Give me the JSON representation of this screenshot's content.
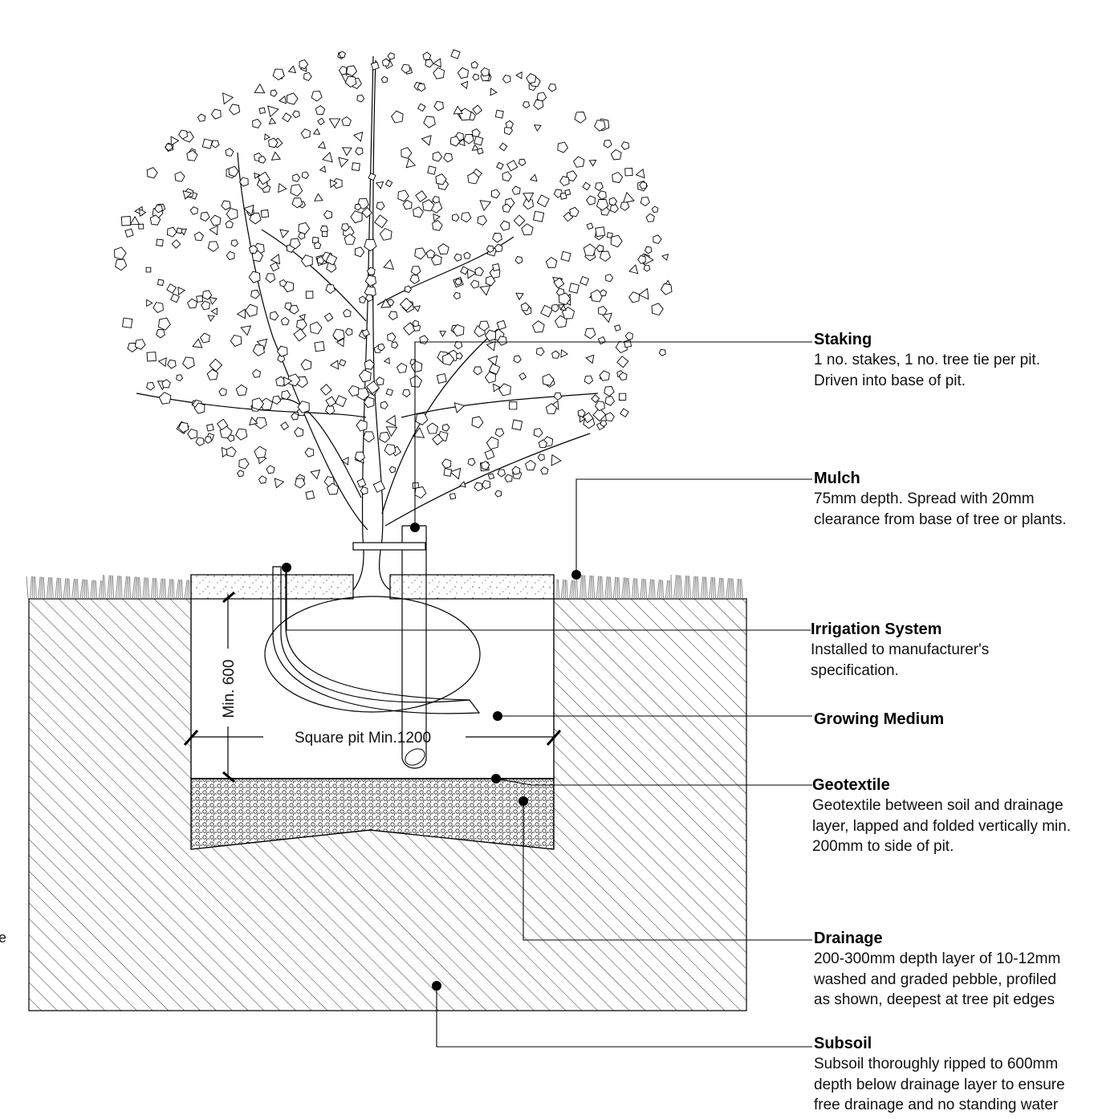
{
  "labels": {
    "staking": {
      "title": "Staking",
      "desc": "1 no. stakes, 1 no. tree tie per pit.\nDriven into base of pit."
    },
    "mulch": {
      "title": "Mulch",
      "desc": "75mm depth. Spread with 20mm\nclearance from base of tree or plants."
    },
    "irrigation": {
      "title": "Irrigation System",
      "desc": "Installed to manufacturer's\nspecification."
    },
    "growing_medium": {
      "title": "Growing Medium"
    },
    "geotextile": {
      "title": "Geotextile",
      "desc": "Geotextile between soil and drainage\nlayer, lapped and folded vertically min.\n200mm to side of pit."
    },
    "drainage": {
      "title": "Drainage",
      "desc": "200-300mm depth layer of 10-12mm\nwashed and graded pebble, profiled\nas shown, deepest at tree pit edges"
    },
    "subsoil": {
      "title": "Subsoil",
      "desc": "Subsoil thoroughly ripped to 600mm\ndepth below drainage layer to ensure\nfree drainage and no standing water"
    }
  },
  "dimensions": {
    "width": "Square pit Min.1200",
    "depth": "Min. 600"
  },
  "left_edge_char": "e",
  "colors": {
    "line": "#000000",
    "hatch": "#333333",
    "grass": "#8a8a8a"
  }
}
